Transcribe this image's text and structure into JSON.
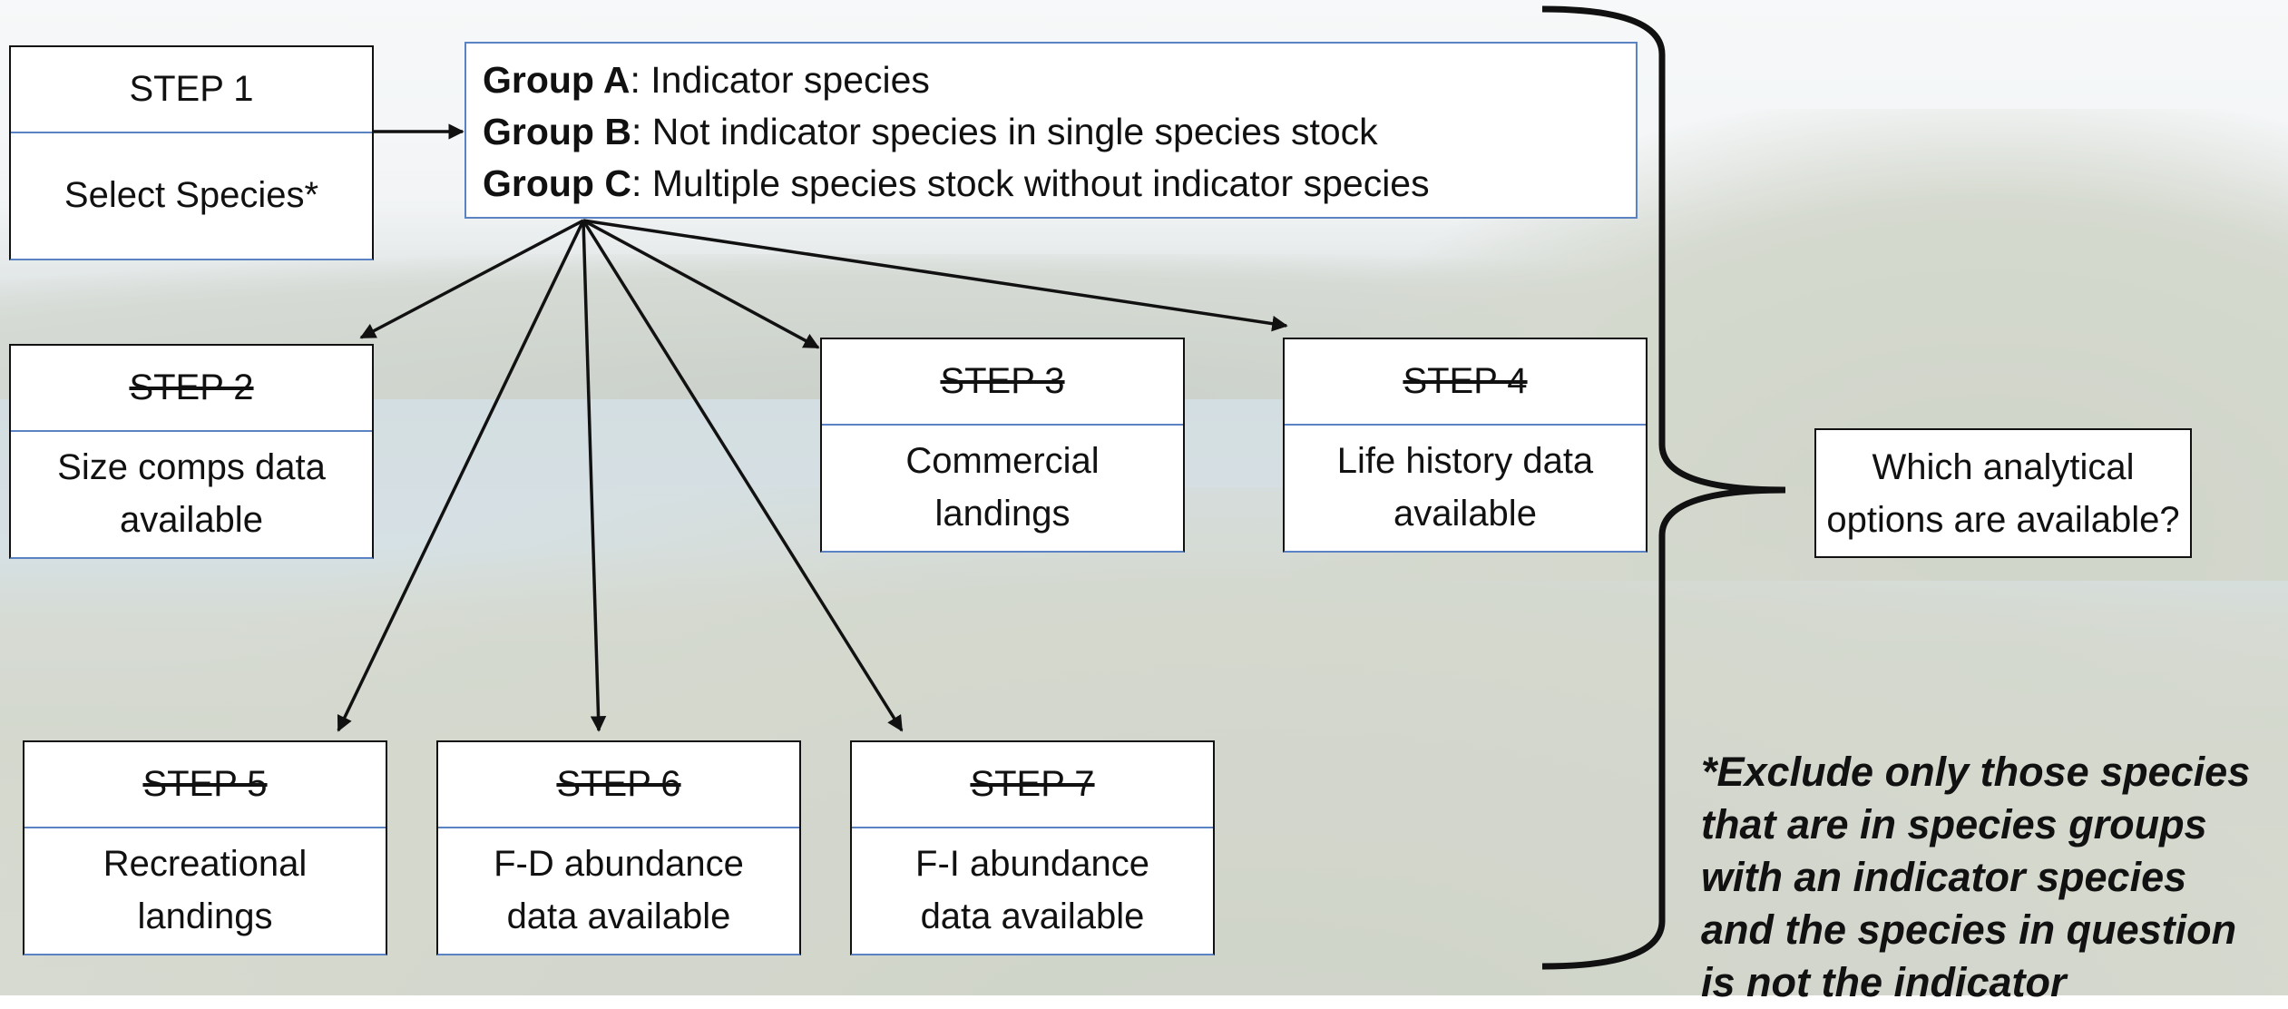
{
  "step1": {
    "label": "STEP 1",
    "body": "Select Species*"
  },
  "groups": [
    {
      "name": "Group A",
      "desc": ": Indicator species"
    },
    {
      "name": "Group B",
      "desc": ": Not indicator species in single species stock"
    },
    {
      "name": "Group C",
      "desc": ": Multiple species stock without indicator species"
    }
  ],
  "steps": [
    {
      "label": "STEP 2",
      "lines": [
        "Size comps data",
        "available"
      ]
    },
    {
      "label": "STEP 3",
      "lines": [
        "Commercial",
        "landings"
      ]
    },
    {
      "label": "STEP 4",
      "lines": [
        "Life history data",
        "available"
      ]
    },
    {
      "label": "STEP 5",
      "lines": [
        "Recreational",
        "landings"
      ]
    },
    {
      "label": "STEP 6",
      "lines": [
        "F-D abundance",
        "data available"
      ]
    },
    {
      "label": "STEP 7",
      "lines": [
        "F-I abundance",
        "data available"
      ]
    }
  ],
  "options": {
    "lines": [
      "Which analytical",
      "options are available?"
    ]
  },
  "footnote": {
    "lines": [
      "*Exclude only those species",
      "that are in species groups",
      "with an indicator species",
      "and the species in question",
      "is not the indicator"
    ]
  },
  "colors": {
    "box_border": "#5b82c2",
    "arrow": "#111111"
  }
}
